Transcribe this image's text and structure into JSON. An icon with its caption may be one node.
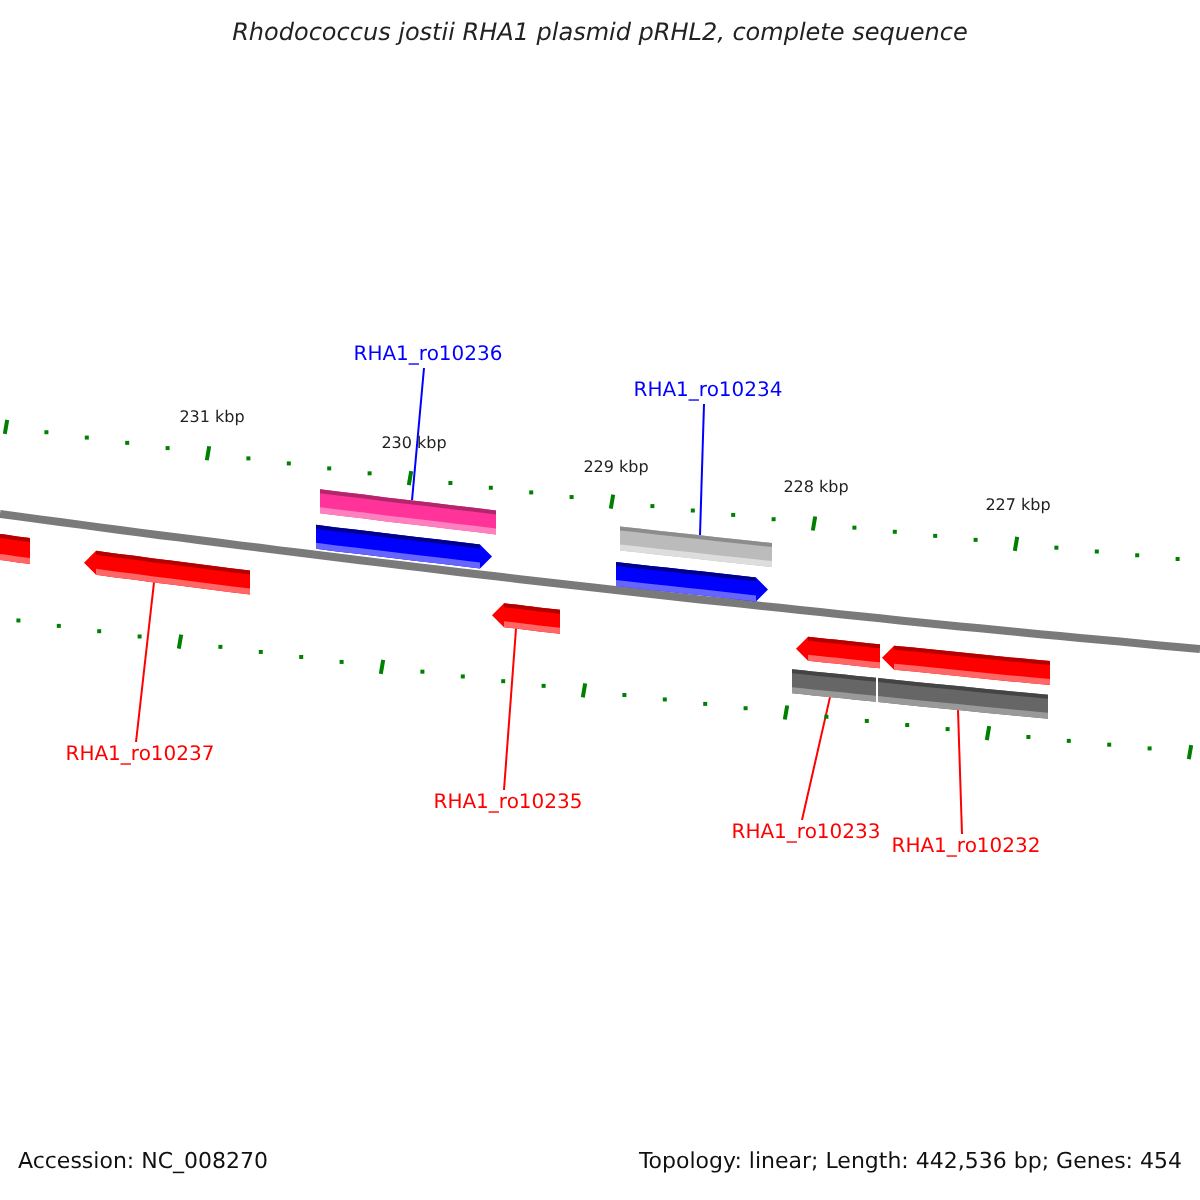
{
  "diagram": {
    "title": "Rhodococcus jostii RHA1 plasmid pRHL2, complete sequence",
    "nodes": [
      {
        "text": [
          "RHA1_ro10236"
        ]
      },
      {
        "text": [
          "RHA1_ro10234"
        ]
      },
      {
        "text": [],
        "shape": "bar"
      },
      {
        "text": [],
        "shape": "bar"
      },
      {
        "text": [],
        "shape": "pentagon"
      },
      {
        "text": [],
        "shape": "pentagon"
      },
      {
        "text": [],
        "shape": "pentagon"
      },
      {
        "text": [],
        "shape": "pentagon"
      },
      {
        "text": [],
        "shape": "pentagon"
      },
      {
        "text": [],
        "shape": "pentagon"
      },
      {
        "text": [],
        "shape": "pentagon"
      },
      {
        "text": [],
        "shape": "bar"
      },
      {
        "text": [],
        "shape": "bar"
      },
      {
        "text": [
          "RHA1_ro10237"
        ]
      },
      {
        "text": [
          "RHA1_ro10235"
        ]
      },
      {
        "text": [
          "RHA1_ro10233"
        ]
      },
      {
        "text": [
          "RHA1_ro10232"
        ]
      }
    ],
    "edges": [
      {
        "from": 0,
        "to": 2,
        "arrow": "none",
        "color": "#0000ff"
      },
      {
        "from": 1,
        "to": 3,
        "arrow": "none",
        "color": "#0000ff"
      },
      {
        "from": 13,
        "to": 6,
        "arrow": "none"
      },
      {
        "from": 14,
        "to": 8,
        "arrow": "none"
      },
      {
        "from": 15,
        "to": 11,
        "arrow": "none"
      },
      {
        "from": 16,
        "to": 12,
        "arrow": "none"
      }
    ],
    "labels": [
      "231 kbp",
      "230 kbp",
      "229 kbp",
      "228 kbp",
      "227 kbp",
      "Accession: NC_008270",
      "Topology: linear; Length: 442,536 bp; Genes: 454"
    ]
  }
}
